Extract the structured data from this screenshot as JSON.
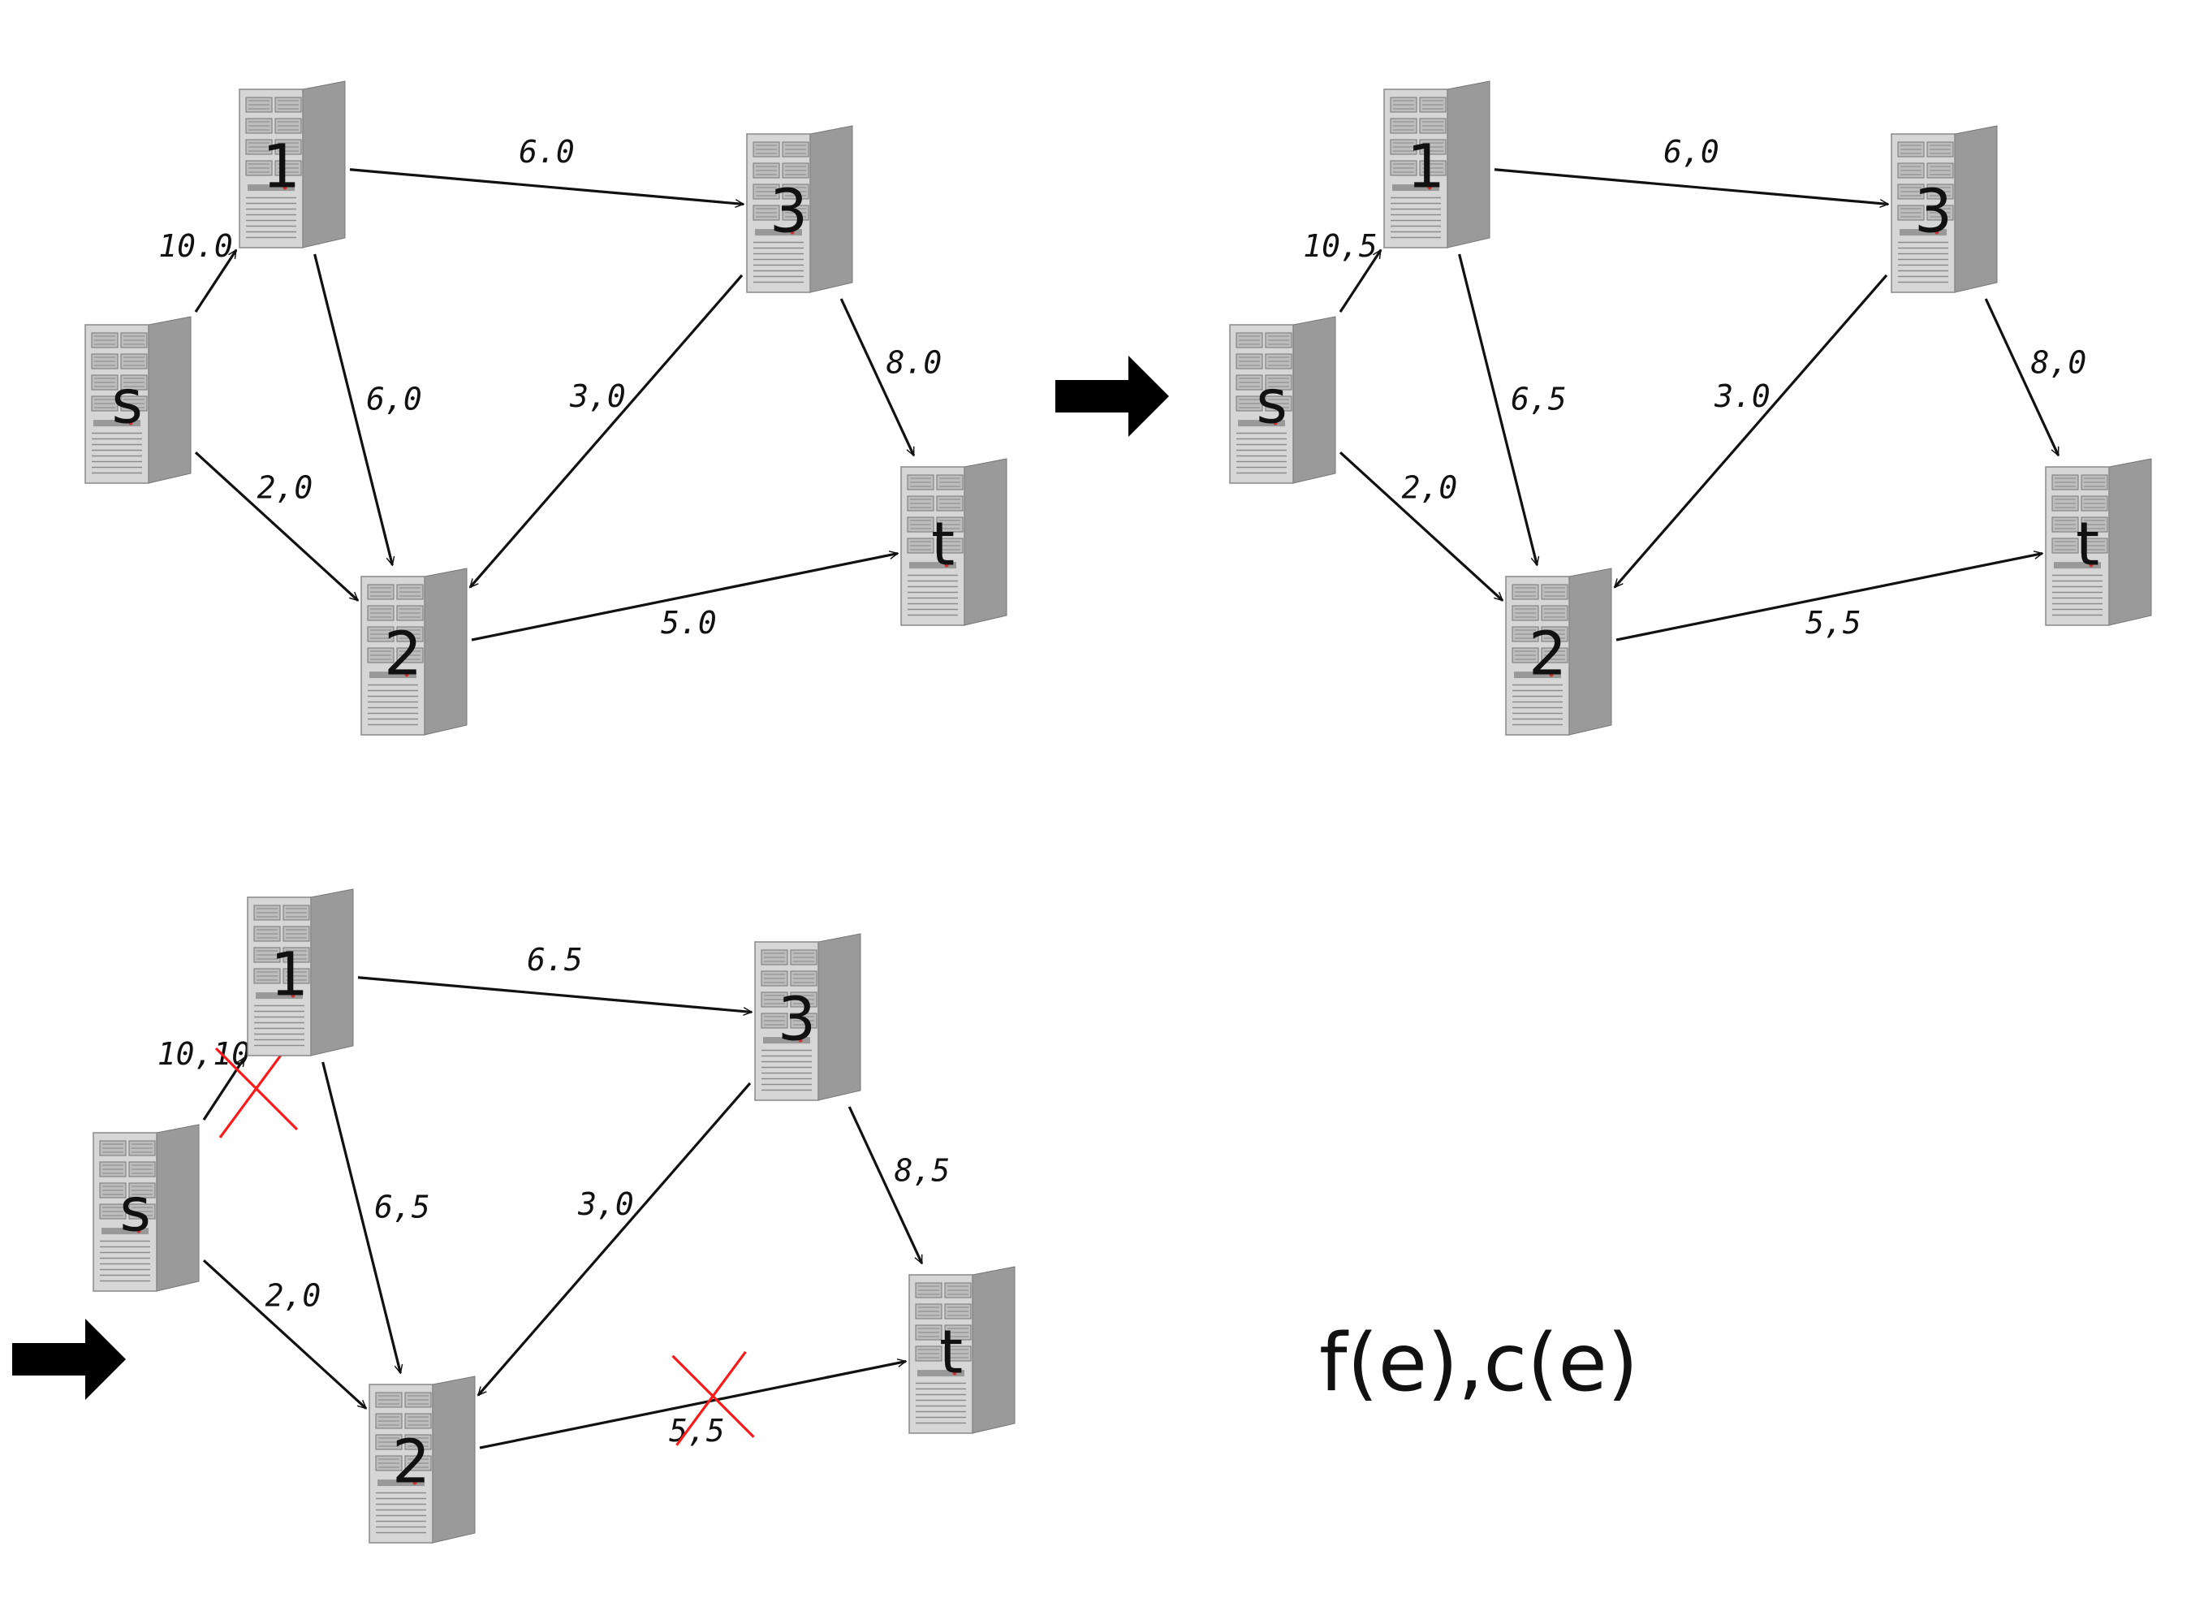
{
  "legend": "f(e),c(e)",
  "colors": {
    "edge": "#111111",
    "cut_mark": "#ff1a1a",
    "server_front": "#d6d6d6",
    "server_side": "#9a9a9a"
  },
  "icon": "server-tower-icon",
  "panels": [
    {
      "id": "step1",
      "nodes": [
        {
          "id": "s",
          "label": "s"
        },
        {
          "id": "1",
          "label": "1"
        },
        {
          "id": "2",
          "label": "2"
        },
        {
          "id": "3",
          "label": "3"
        },
        {
          "id": "t",
          "label": "t"
        }
      ],
      "edges": [
        {
          "from": "s",
          "to": "1",
          "label": "10.0"
        },
        {
          "from": "1",
          "to": "3",
          "label": "6.0"
        },
        {
          "from": "1",
          "to": "2",
          "label": "6,0"
        },
        {
          "from": "s",
          "to": "2",
          "label": "2,0"
        },
        {
          "from": "3",
          "to": "2",
          "label": "3,0"
        },
        {
          "from": "3",
          "to": "t",
          "label": "8.0"
        },
        {
          "from": "2",
          "to": "t",
          "label": "5.0"
        }
      ]
    },
    {
      "id": "step2",
      "nodes": [
        {
          "id": "s",
          "label": "s"
        },
        {
          "id": "1",
          "label": "1"
        },
        {
          "id": "2",
          "label": "2"
        },
        {
          "id": "3",
          "label": "3"
        },
        {
          "id": "t",
          "label": "t"
        }
      ],
      "edges": [
        {
          "from": "s",
          "to": "1",
          "label": "10,5"
        },
        {
          "from": "1",
          "to": "3",
          "label": "6,0"
        },
        {
          "from": "1",
          "to": "2",
          "label": "6,5"
        },
        {
          "from": "s",
          "to": "2",
          "label": "2,0"
        },
        {
          "from": "3",
          "to": "2",
          "label": "3.0"
        },
        {
          "from": "3",
          "to": "t",
          "label": "8,0"
        },
        {
          "from": "2",
          "to": "t",
          "label": "5,5"
        }
      ]
    },
    {
      "id": "step3",
      "nodes": [
        {
          "id": "s",
          "label": "s"
        },
        {
          "id": "1",
          "label": "1"
        },
        {
          "id": "2",
          "label": "2"
        },
        {
          "id": "3",
          "label": "3"
        },
        {
          "id": "t",
          "label": "t"
        }
      ],
      "edges": [
        {
          "from": "s",
          "to": "1",
          "label": "10,10",
          "saturated": true
        },
        {
          "from": "1",
          "to": "3",
          "label": "6.5"
        },
        {
          "from": "1",
          "to": "2",
          "label": "6,5"
        },
        {
          "from": "s",
          "to": "2",
          "label": "2,0"
        },
        {
          "from": "3",
          "to": "2",
          "label": "3,0"
        },
        {
          "from": "3",
          "to": "t",
          "label": "8,5"
        },
        {
          "from": "2",
          "to": "t",
          "label": "5,5",
          "saturated": true
        }
      ]
    }
  ]
}
